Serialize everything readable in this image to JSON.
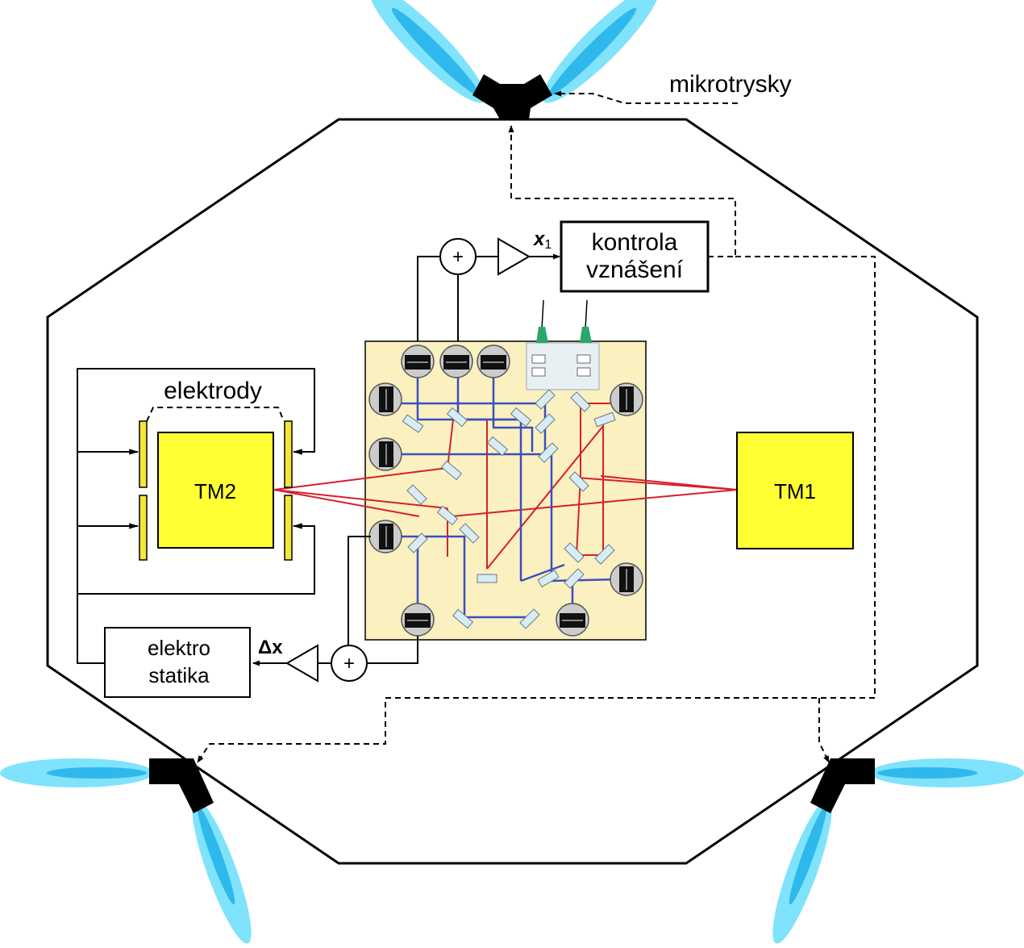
{
  "labels": {
    "microthrusters": "mikrotrysky",
    "lift_control_line1": "kontrola",
    "lift_control_line2": "vznášení",
    "x1_main": "x",
    "x1_sub": "1",
    "electrodes": "elektrody",
    "tm2": "TM2",
    "tm1": "TM1",
    "electrostatics_line1": "elektro",
    "electrostatics_line2": "statika",
    "delta_x": "Δx",
    "sum_top": "+",
    "sum_bottom": "+"
  },
  "colors": {
    "outline": "#000000",
    "test_mass": "#ffff33",
    "electrode": "#f5e63a",
    "optical_bench": "#fbf0c0",
    "laser_red": "#d81f2a",
    "laser_blue": "#3b4fc0",
    "plume_outer": "#7fe3fb",
    "plume_inner": "#2fb8ec",
    "mirror": "#d8ecf4",
    "fiber": "#2aa86a"
  }
}
